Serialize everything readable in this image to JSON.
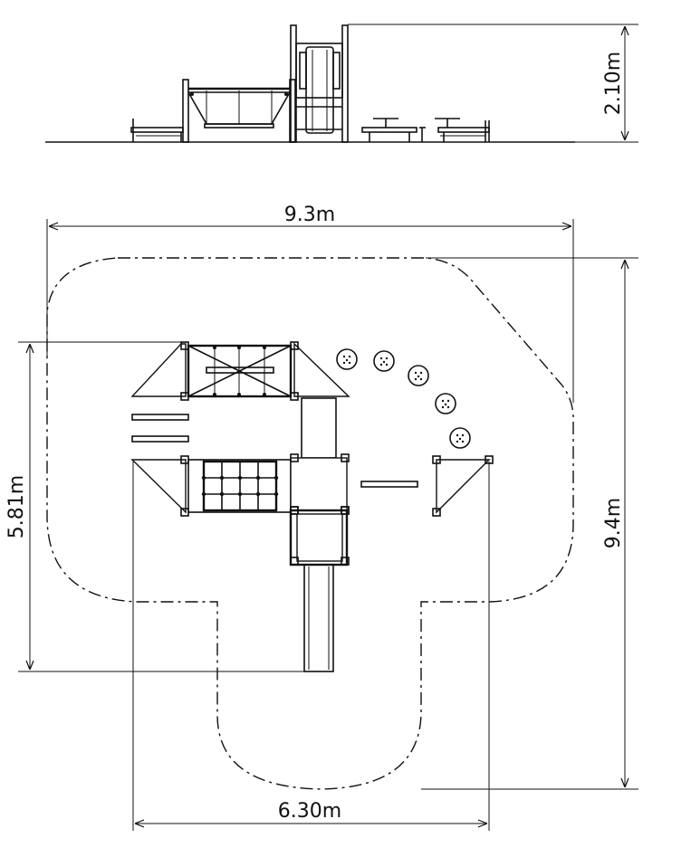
{
  "dimensions": {
    "height_elevation": "2.10m",
    "overall_width": "9.3m",
    "overall_depth": "9.4m",
    "side_depth": "5.81m",
    "base_width": "6.30m"
  },
  "colors": {
    "line": "#111111",
    "background": "#ffffff"
  }
}
